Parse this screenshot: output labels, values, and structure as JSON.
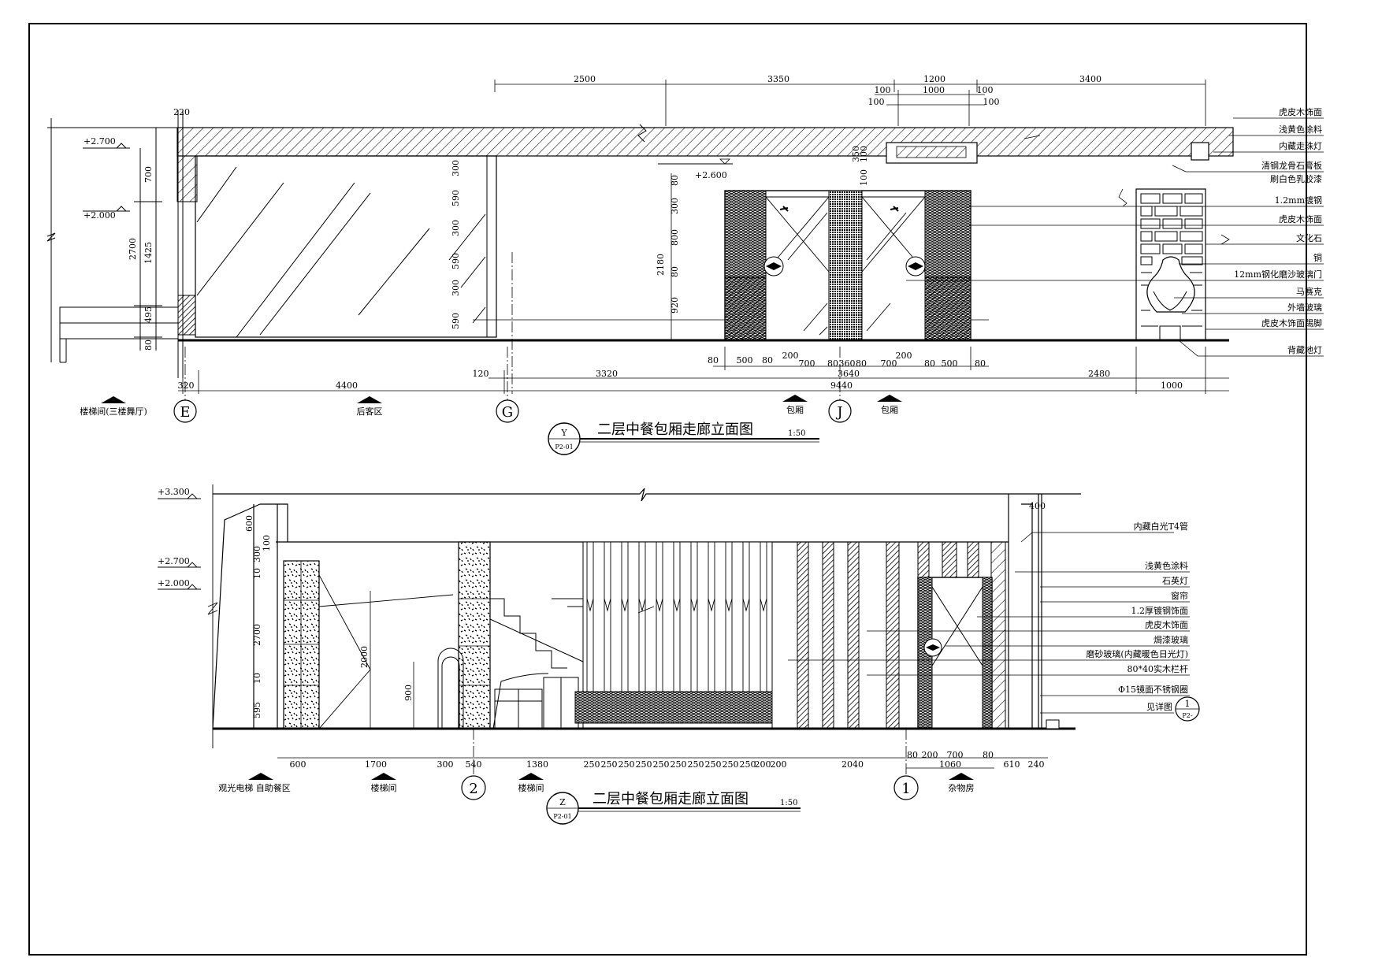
{
  "elev_y": {
    "title": "二层中餐包厢走廊立面图",
    "scale": "1:50",
    "tag_letter": "Y",
    "tag_sheet": "P2-01",
    "top_dims": [
      "2500",
      "3350",
      "1200",
      "3400"
    ],
    "sub_dims": [
      "100",
      "1000",
      "100",
      "100",
      "100"
    ],
    "left_levels": [
      "+2.700",
      "+2.000"
    ],
    "mid_level": "+2.600",
    "left_vertical_dims": [
      "220",
      "700",
      "2700",
      "1425",
      "495",
      "80"
    ],
    "glass_vertical_dims": [
      "300",
      "590",
      "300",
      "590",
      "300",
      "590"
    ],
    "door_vertical_dims": [
      "80",
      "300",
      "800",
      "80",
      "920",
      "2180"
    ],
    "soffit_dims": [
      "100",
      "350",
      "100"
    ],
    "bottom_dims_row1": [
      "80",
      "500",
      "80",
      "200",
      "700",
      "80",
      "360",
      "80",
      "700",
      "200",
      "80",
      "500",
      "80"
    ],
    "bottom_dims_row2": [
      "120",
      "3320",
      "3640",
      "2480"
    ],
    "bottom_dims_row3": [
      "320",
      "4400",
      "9440",
      "1000"
    ],
    "grids": [
      "E",
      "G",
      "J"
    ],
    "area_labels": [
      "楼梯间(三楼舞厅)",
      "后客区",
      "包厢",
      "包厢"
    ],
    "callouts": [
      "虎皮木饰面",
      "浅黄色涂料",
      "内藏走珠灯",
      "清钢龙骨石膏板",
      "刷白色乳胶漆",
      "1.2mm镀钢",
      "虎皮木饰面",
      "文化石",
      "铜",
      "12mm钢化磨沙玻璃门",
      "马赛克",
      "外墙玻璃",
      "虎皮木饰面踢脚",
      "背藏地灯"
    ]
  },
  "elev_z": {
    "title": "二层中餐包厢走廊立面图",
    "scale": "1:50",
    "tag_letter": "Z",
    "tag_sheet": "P2-01",
    "top_dim": "400",
    "levels": [
      "+3.300",
      "+2.700",
      "+2.000"
    ],
    "left_vertical_dims": [
      "600",
      "100",
      "300",
      "10",
      "2700",
      "10",
      "595"
    ],
    "inner_vertical_dims": [
      "2000",
      "900"
    ],
    "bottom_dims_row1": [
      "600",
      "1700",
      "300",
      "540",
      "1380",
      "250",
      "250",
      "250",
      "250",
      "250",
      "250",
      "250",
      "250",
      "250",
      "250",
      "200",
      "200",
      "2040",
      "80",
      "200",
      "700",
      "80",
      "610",
      "240"
    ],
    "bottom_dim_door": "1060",
    "grids": [
      "2",
      "1"
    ],
    "area_labels": [
      "观光电梯 自助餐区",
      "楼梯间",
      "楼梯间",
      "杂物房"
    ],
    "callouts": [
      "内藏白光T4管",
      "浅黄色涂料",
      "石英灯",
      "窗帘",
      "1.2厚镀钢饰面",
      "虎皮木饰面",
      "焗漆玻璃",
      "磨砂玻璃(内藏暖色日光灯)",
      "80*40实木栏杆",
      "Φ15镜面不锈钢圈",
      "见详图"
    ],
    "detail_tag_num": "1",
    "detail_tag_sheet": "P2-"
  }
}
